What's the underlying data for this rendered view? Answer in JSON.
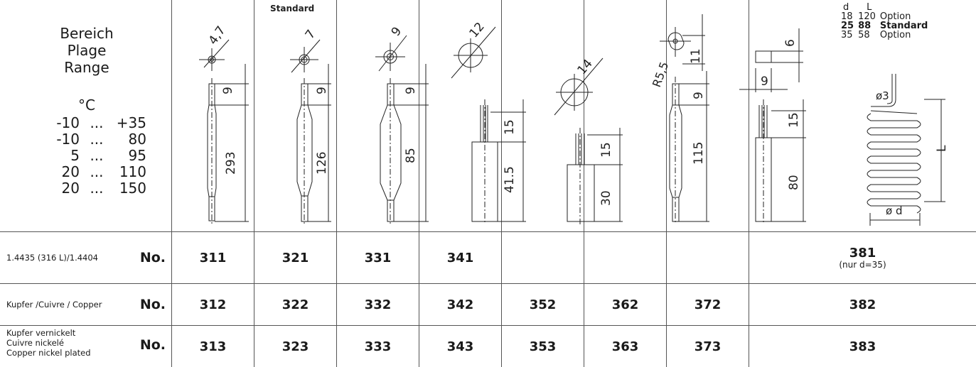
{
  "range": {
    "title_de": "Bereich",
    "title_fr": "Plage",
    "title_en": "Range",
    "unit": "°C",
    "rows": [
      {
        "from": "-10",
        "dots": "...",
        "to": "+35"
      },
      {
        "from": "-10",
        "dots": "...",
        "to": "80"
      },
      {
        "from": "5",
        "dots": "...",
        "to": "95"
      },
      {
        "from": "20",
        "dots": "...",
        "to": "110"
      },
      {
        "from": "20",
        "dots": "...",
        "to": "150"
      }
    ]
  },
  "standard_label": "Standard",
  "sensors": [
    {
      "diameter": "4,7",
      "lengths": [
        "9",
        "293"
      ]
    },
    {
      "diameter": "7",
      "lengths": [
        "9",
        "126"
      ]
    },
    {
      "diameter": "9",
      "lengths": [
        "9",
        "85"
      ]
    },
    {
      "diameter": "12",
      "lengths": [
        "15",
        "41.5"
      ]
    },
    {
      "diameter": "14",
      "lengths": [
        "15",
        "30"
      ]
    },
    {
      "radius": "R5,5",
      "lengths": [
        "11",
        "9",
        "115"
      ]
    },
    {
      "width": "9",
      "height": "6",
      "lengths": [
        "15",
        "80"
      ]
    }
  ],
  "coil": {
    "header": [
      "d",
      "L"
    ],
    "rows": [
      {
        "d": "18",
        "L": "120",
        "type": "Option"
      },
      {
        "d": "25",
        "L": "88",
        "type": "Standard"
      },
      {
        "d": "35",
        "L": "58",
        "type": "Option"
      }
    ],
    "wire": "ø3",
    "length_label": "L",
    "diameter_label": "ø d"
  },
  "materials": [
    {
      "label_lines": [
        "1.4435 (316 L)/1.4404"
      ],
      "no_label": "No.",
      "numbers": [
        "311",
        "321",
        "331",
        "341",
        "",
        "",
        "",
        "381"
      ],
      "note": "(nur d=35)"
    },
    {
      "label_lines": [
        "Kupfer /Cuivre / Copper"
      ],
      "no_label": "No.",
      "numbers": [
        "312",
        "322",
        "332",
        "342",
        "352",
        "362",
        "372",
        "382"
      ]
    },
    {
      "label_lines": [
        "Kupfer vernickelt",
        "Cuivre nickelé",
        "Copper nickel plated"
      ],
      "no_label": "No.",
      "numbers": [
        "313",
        "323",
        "333",
        "343",
        "353",
        "363",
        "373",
        "383"
      ]
    }
  ]
}
